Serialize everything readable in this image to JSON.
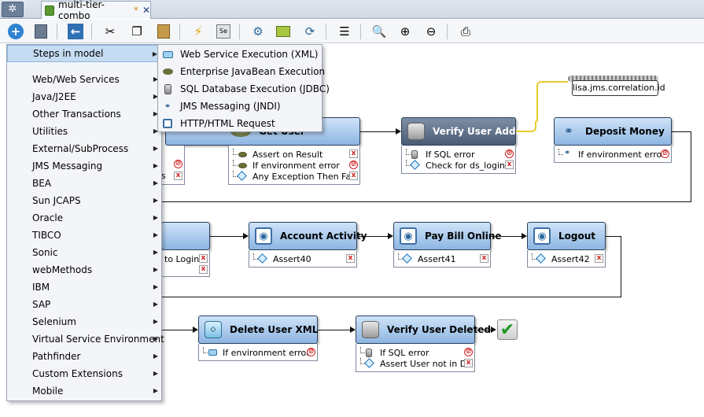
{
  "tab": {
    "label": "multi-tier-combo",
    "modified": "*",
    "close": "✕"
  },
  "menu": {
    "items": [
      "Steps in model",
      "Web/Web Services",
      "Java/J2EE",
      "Other Transactions",
      "Utilities",
      "External/SubProcess",
      "JMS Messaging",
      "BEA",
      "Sun JCAPS",
      "Oracle",
      "TIBCO",
      "Sonic",
      "webMethods",
      "IBM",
      "SAP",
      "Selenium",
      "Virtual Service Environment",
      "Pathfinder",
      "Custom Extensions",
      "Mobile"
    ],
    "submenu": [
      "Web Service Execution (XML)",
      "Enterprise JavaBean Execution",
      "SQL Database Execution (JDBC)",
      "JMS Messaging (JNDI)",
      "HTTP/HTML Request"
    ]
  },
  "steps": {
    "get_user": {
      "label": "Get User",
      "asserts": [
        "Assert on Result",
        "If environment error",
        "Any Exception Then Fail"
      ]
    },
    "verify_user_added": {
      "label": "Verify User Added",
      "asserts": [
        "If SQL error",
        "Check for ds_login"
      ]
    },
    "deposit_money": {
      "label": "Deposit Money",
      "asserts": [
        "If environment error"
      ]
    },
    "account_activity": {
      "label": "Account Activity",
      "asserts": [
        "Assert40"
      ]
    },
    "pay_bill_online": {
      "label": "Pay Bill Online",
      "asserts": [
        "Assert41"
      ]
    },
    "logout": {
      "label": "Logout",
      "asserts": [
        "Assert42"
      ]
    },
    "delete_user_xml": {
      "label": "Delete User XML",
      "asserts": [
        "If environment error"
      ]
    },
    "verify_user_deleted": {
      "label": "Verify User Deleted",
      "asserts": [
        "If SQL error",
        "Assert User not in DB"
      ]
    },
    "partial_left": {
      "asserts": [
        "s",
        "to Login"
      ]
    }
  },
  "property": {
    "label": "lisa.jms.correlation.id"
  }
}
